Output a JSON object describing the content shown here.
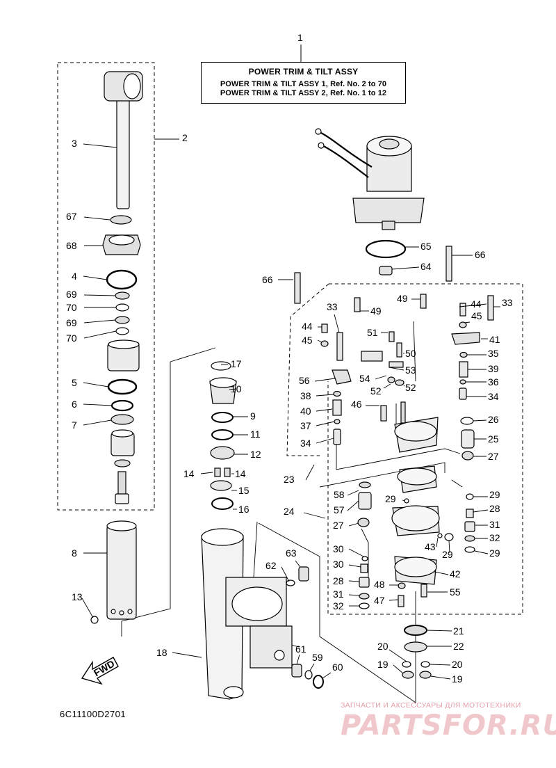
{
  "title": {
    "ref_number": "1",
    "heading": "POWER TRIM & TILT ASSY",
    "line1": "POWER TRIM & TILT ASSY 1, Ref. No. 2 to 70",
    "line2": "POWER TRIM & TILT ASSY 2, Ref. No. 1 to 12"
  },
  "diagram_code": "6C11100D2701",
  "fwd_label": "FWD",
  "watermark": {
    "caption": "ЗАПЧАСТИ И АКСЕССУАРЫ ДЛЯ МОТОТЕХНИКИ",
    "logo": "PARTSFOR.RU"
  },
  "callouts": [
    {
      "n": "2"
    },
    {
      "n": "3"
    },
    {
      "n": "67"
    },
    {
      "n": "68"
    },
    {
      "n": "4"
    },
    {
      "n": "69"
    },
    {
      "n": "70"
    },
    {
      "n": "69"
    },
    {
      "n": "70"
    },
    {
      "n": "5"
    },
    {
      "n": "6"
    },
    {
      "n": "7"
    },
    {
      "n": "8"
    },
    {
      "n": "13"
    },
    {
      "n": "17"
    },
    {
      "n": "10"
    },
    {
      "n": "9"
    },
    {
      "n": "11"
    },
    {
      "n": "12"
    },
    {
      "n": "14"
    },
    {
      "n": "14"
    },
    {
      "n": "15"
    },
    {
      "n": "16"
    },
    {
      "n": "18"
    },
    {
      "n": "62"
    },
    {
      "n": "63"
    },
    {
      "n": "61"
    },
    {
      "n": "59"
    },
    {
      "n": "60"
    },
    {
      "n": "65"
    },
    {
      "n": "64"
    },
    {
      "n": "66"
    },
    {
      "n": "66"
    },
    {
      "n": "33"
    },
    {
      "n": "49"
    },
    {
      "n": "44"
    },
    {
      "n": "45"
    },
    {
      "n": "51"
    },
    {
      "n": "50"
    },
    {
      "n": "53"
    },
    {
      "n": "54"
    },
    {
      "n": "56"
    },
    {
      "n": "52"
    },
    {
      "n": "52"
    },
    {
      "n": "38"
    },
    {
      "n": "40"
    },
    {
      "n": "46"
    },
    {
      "n": "37"
    },
    {
      "n": "34"
    },
    {
      "n": "49"
    },
    {
      "n": "44"
    },
    {
      "n": "33"
    },
    {
      "n": "45"
    },
    {
      "n": "41"
    },
    {
      "n": "35"
    },
    {
      "n": "39"
    },
    {
      "n": "36"
    },
    {
      "n": "34"
    },
    {
      "n": "26"
    },
    {
      "n": "25"
    },
    {
      "n": "27"
    },
    {
      "n": "23"
    },
    {
      "n": "58"
    },
    {
      "n": "57"
    },
    {
      "n": "24"
    },
    {
      "n": "27"
    },
    {
      "n": "29"
    },
    {
      "n": "29"
    },
    {
      "n": "30"
    },
    {
      "n": "28"
    },
    {
      "n": "31"
    },
    {
      "n": "32"
    },
    {
      "n": "29"
    },
    {
      "n": "43"
    },
    {
      "n": "29"
    },
    {
      "n": "30"
    },
    {
      "n": "28"
    },
    {
      "n": "48"
    },
    {
      "n": "31"
    },
    {
      "n": "47"
    },
    {
      "n": "32"
    },
    {
      "n": "42"
    },
    {
      "n": "55"
    },
    {
      "n": "21"
    },
    {
      "n": "22"
    },
    {
      "n": "20"
    },
    {
      "n": "20"
    },
    {
      "n": "19"
    },
    {
      "n": "19"
    }
  ]
}
